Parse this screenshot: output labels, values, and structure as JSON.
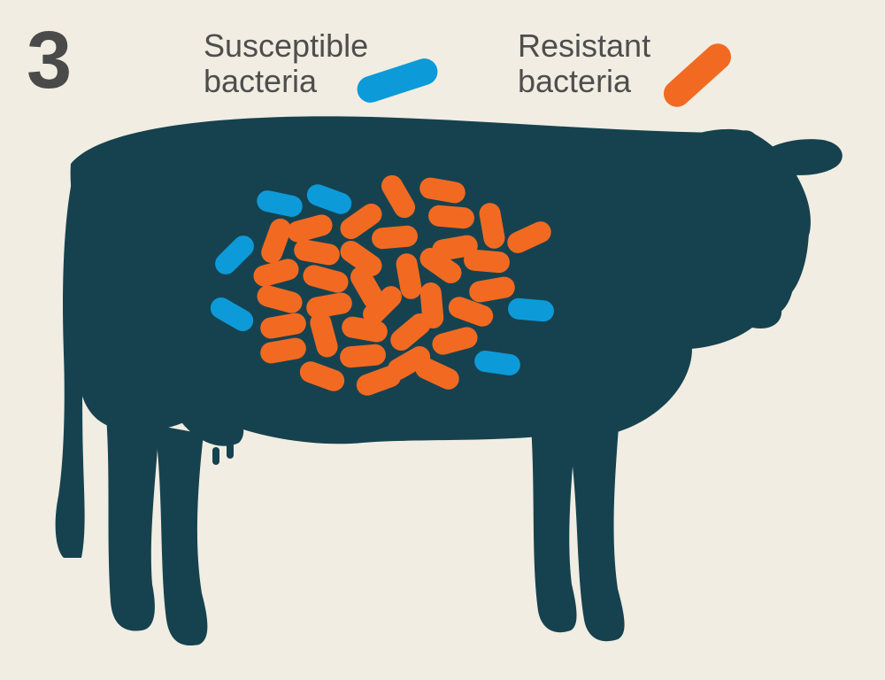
{
  "step_number": "3",
  "legend": {
    "susceptible": {
      "line1": "Susceptible",
      "line2": "bacteria",
      "color": "#0d9ad9"
    },
    "resistant": {
      "line1": "Resistant",
      "line2": "bacteria",
      "color": "#f26a21"
    }
  },
  "colors": {
    "background": "#f1ede2",
    "cow": "#16424f",
    "text": "#4a4a4a"
  },
  "icons": {
    "subject": "cow-silhouette-icon"
  }
}
